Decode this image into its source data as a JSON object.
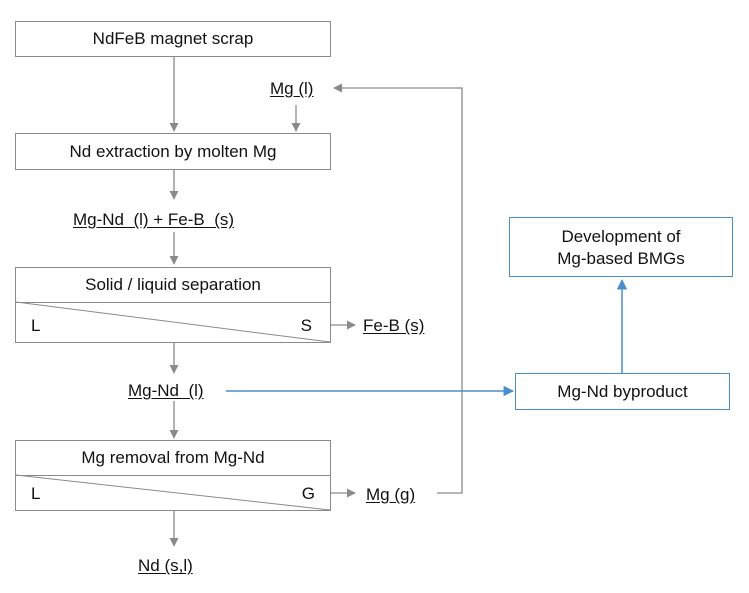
{
  "nodes": {
    "scrap": "NdFeB magnet scrap",
    "extraction": "Nd extraction by molten Mg",
    "separation": "Solid / liquid separation",
    "separation_left": "L",
    "separation_right": "S",
    "removal": "Mg removal from Mg-Nd",
    "removal_left": "L",
    "removal_right": "G",
    "byproduct": "Mg-Nd byproduct",
    "development_line1": "Development of",
    "development_line2": "Mg-based BMGs"
  },
  "labels": {
    "mg_liquid": "Mg (l)",
    "mgnd_feb": "Mg-Nd  (l) + Fe-B  (s)",
    "feb_solid": "Fe-B (s)",
    "mgnd_liquid": "Mg-Nd  (l)",
    "mg_gas": "Mg (g)",
    "nd_product": "Nd (s,l)"
  },
  "colors": {
    "gray_line": "#8a8a8a",
    "blue_line": "#4a8fc9"
  }
}
